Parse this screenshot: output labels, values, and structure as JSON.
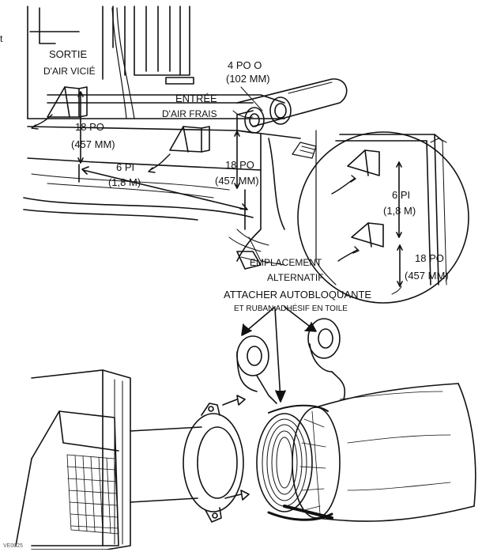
{
  "labels": {
    "corner_text": "t",
    "sortie": "Sortie",
    "air_vicie": "d'air vicié",
    "diam_po": "4 po O",
    "diam_mm": "(102 mm)",
    "entree": "Entrée",
    "air_frais": "d'air frais",
    "height_po": "18 po",
    "height_mm": "(457 mm)",
    "dist_pi": "6 pi",
    "dist_m": "(1,8 m)",
    "height2_po": "18 po",
    "height2_mm": "(457 mm)",
    "inset_dist_pi": "6 pi",
    "inset_dist_m": "(1,8 m)",
    "inset_height_po": "18 po",
    "inset_height_mm": "(457 mm)",
    "emplacement": "Emplacement",
    "alternatif": "alternatif",
    "attacher": "Attacher autobloquante",
    "ruban": "et ruban adhésif en toile",
    "figure_code": "VE0025"
  }
}
